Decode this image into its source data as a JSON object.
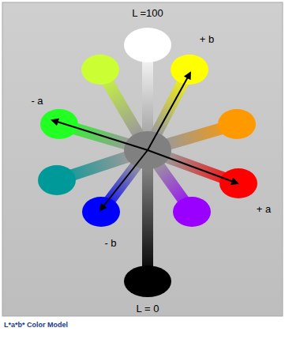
{
  "diagram": {
    "caption": "L*a*b* Color Model",
    "labels": [
      "L =100",
      "+ b",
      "- a",
      "+ a",
      "- b",
      "L = 0"
    ]
  }
}
